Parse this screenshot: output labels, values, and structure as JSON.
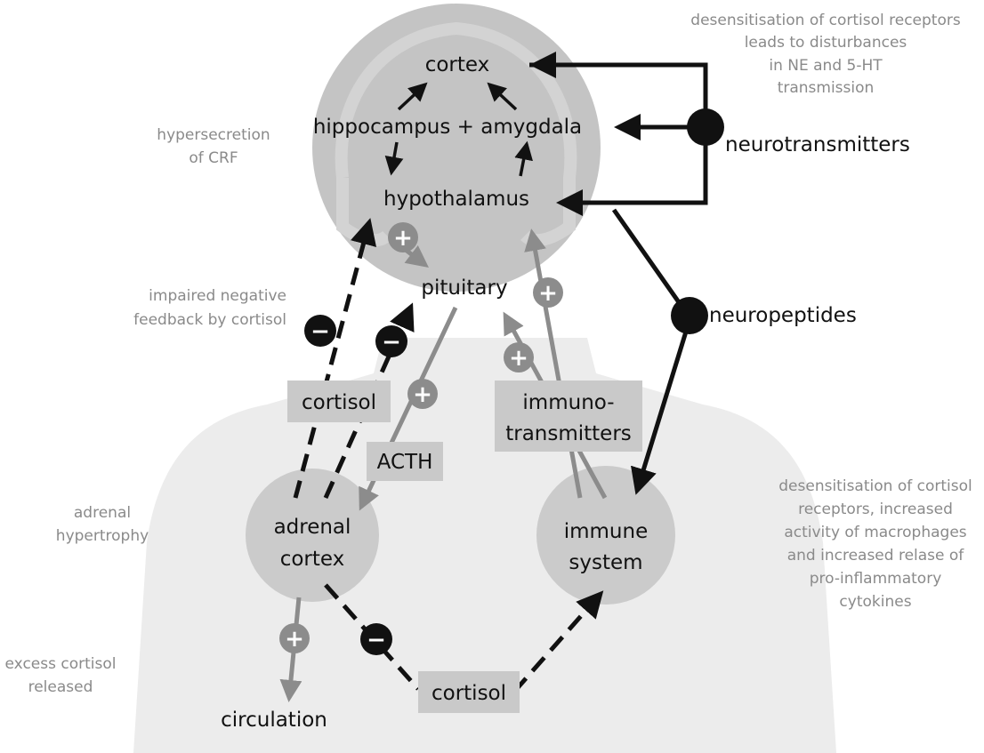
{
  "nodes": {
    "cortex": "cortex",
    "hippocampus_amygdala": "hippocampus + amygdala",
    "hypothalamus": "hypothalamus",
    "pituitary": "pituitary",
    "adrenal_cortex": [
      "adrenal",
      "cortex"
    ],
    "immune_system": [
      "immune",
      "system"
    ],
    "circulation": "circulation"
  },
  "boxes": {
    "cortisol_top": "cortisol",
    "acth": "ACTH",
    "immunotransmitters": [
      "immuno-",
      "transmitters"
    ],
    "cortisol_bottom": "cortisol"
  },
  "hubs": {
    "neurotransmitters": "neurotransmitters",
    "neuropeptides": "neuropeptides"
  },
  "annotations": {
    "crf": [
      "hypersecretion",
      "of CRF"
    ],
    "feedback": [
      "impaired negative",
      "feedback by cortisol"
    ],
    "adrenal": [
      "adrenal",
      "hypertrophy"
    ],
    "excess": [
      "excess cortisol",
      "released"
    ],
    "receptors_top": [
      "desensitisation of cortisol receptors",
      "leads to disturbances",
      "in NE and 5-HT",
      "transmission"
    ],
    "receptors_right": [
      "desensitisation of cortisol",
      "receptors, increased",
      "activity of macrophages",
      "and increased relase of",
      "pro-inflammatory",
      "cytokines"
    ]
  },
  "signs": {
    "plus": "+",
    "minus": "−"
  },
  "colors": {
    "dark": "#111111",
    "gray_arrow": "#8c8c8c",
    "head_circle": "#c4c4c4",
    "node_circle": "#cbcbcb",
    "box": "#c9c9c9",
    "body": "#ececec",
    "side_text": "#8a8a8a"
  }
}
